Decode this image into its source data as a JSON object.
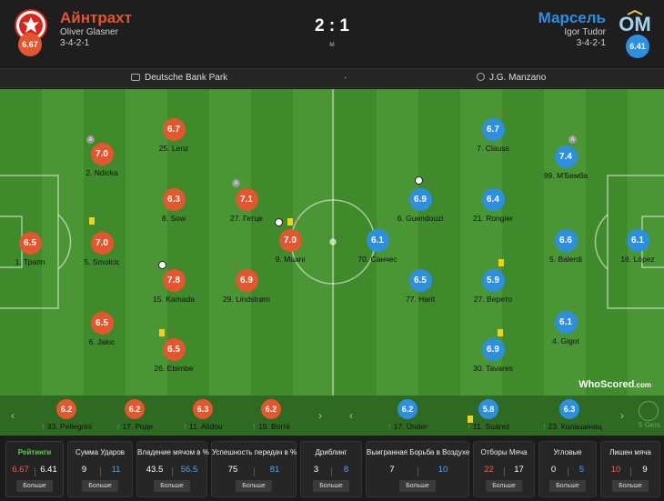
{
  "header": {
    "home": {
      "name": "Айнтрахт",
      "coach": "Oliver Glasner",
      "formation": "3-4-2-1",
      "rating": "6.67",
      "color": "#e4572e",
      "crest": "eagle-crest-icon"
    },
    "away": {
      "name": "Марсель",
      "coach": "Igor Tudor",
      "formation": "3-4-2-1",
      "rating": "6.41",
      "color": "#2d8fe0",
      "crest": "om-crest-icon"
    },
    "score": "2 : 1",
    "score_sub": "м"
  },
  "info": {
    "stadium": "Deutsche Bank Park",
    "separator": "·",
    "referee": "J.G. Manzano"
  },
  "home_players": [
    {
      "rating": "6.5",
      "name": "1. Трапп"
    },
    {
      "rating": "7.0",
      "name": "2. Ndicka"
    },
    {
      "rating": "7.0",
      "name": "5. Smolcic"
    },
    {
      "rating": "6.5",
      "name": "6. Jakic"
    },
    {
      "rating": "6.7",
      "name": "25. Lenz"
    },
    {
      "rating": "6.3",
      "name": "8. Sow"
    },
    {
      "rating": "7.8",
      "name": "15. Kamada"
    },
    {
      "rating": "6.5",
      "name": "26. Ebimbe"
    },
    {
      "rating": "7.1",
      "name": "27. Гетце"
    },
    {
      "rating": "6.9",
      "name": "29. Lindstrøm"
    },
    {
      "rating": "7.0",
      "name": "9. Muani"
    }
  ],
  "away_players": [
    {
      "rating": "6.1",
      "name": "16. López"
    },
    {
      "rating": "7.4",
      "name": "99. M'Бемба"
    },
    {
      "rating": "6.6",
      "name": "5. Balerdi"
    },
    {
      "rating": "6.1",
      "name": "4. Gigot"
    },
    {
      "rating": "6.7",
      "name": "7. Clauss"
    },
    {
      "rating": "6.4",
      "name": "21. Rongier"
    },
    {
      "rating": "5.9",
      "name": "27. Вeрето"
    },
    {
      "rating": "6.9",
      "name": "30. Tavares"
    },
    {
      "rating": "6.9",
      "name": "6. Guendouzi"
    },
    {
      "rating": "6.5",
      "name": "77. Harit"
    },
    {
      "rating": "6.1",
      "name": "70. Санчес"
    }
  ],
  "subs": [
    {
      "rating": "6.2",
      "name": "33. Pellegrini",
      "team": "home"
    },
    {
      "rating": "6.2",
      "name": "17. Роде",
      "team": "home"
    },
    {
      "rating": "6.3",
      "name": "11. Alidou",
      "team": "home"
    },
    {
      "rating": "6.2",
      "name": "19. Borré",
      "team": "home"
    },
    {
      "rating": "6.2",
      "name": "17. Ünder",
      "team": "away"
    },
    {
      "rating": "5.8",
      "name": "11. Suárez",
      "team": "away"
    },
    {
      "rating": "6.3",
      "name": "23. Колашинац",
      "team": "away"
    }
  ],
  "subs_extra": "5 Gers",
  "watermark": "WhoScored",
  "watermark_suffix": ".com",
  "stats": [
    {
      "title": "Рейтинги",
      "home": "6.67",
      "away": "6.41",
      "button": "Больше"
    },
    {
      "title": "Сумма Ударов",
      "home": "9",
      "away": "11",
      "button": "Больше"
    },
    {
      "title": "Владение мячом в %",
      "home": "43.5",
      "away": "56.5",
      "button": "Больше"
    },
    {
      "title": "Успешность передач в %",
      "home": "75",
      "away": "81",
      "button": "Больше"
    },
    {
      "title": "Дриблинг",
      "home": "3",
      "away": "8",
      "button": "Больше"
    },
    {
      "title": "Выигранная Борьба в Воздухе",
      "home": "7",
      "away": "10",
      "button": "Больше"
    },
    {
      "title": "Отборы Мяча",
      "home": "22",
      "away": "17",
      "button": "Больше"
    },
    {
      "title": "Угловые",
      "home": "0",
      "away": "5",
      "button": "Больше"
    },
    {
      "title": "Лишен мяча",
      "home": "10",
      "away": "9",
      "button": "Больше"
    }
  ]
}
